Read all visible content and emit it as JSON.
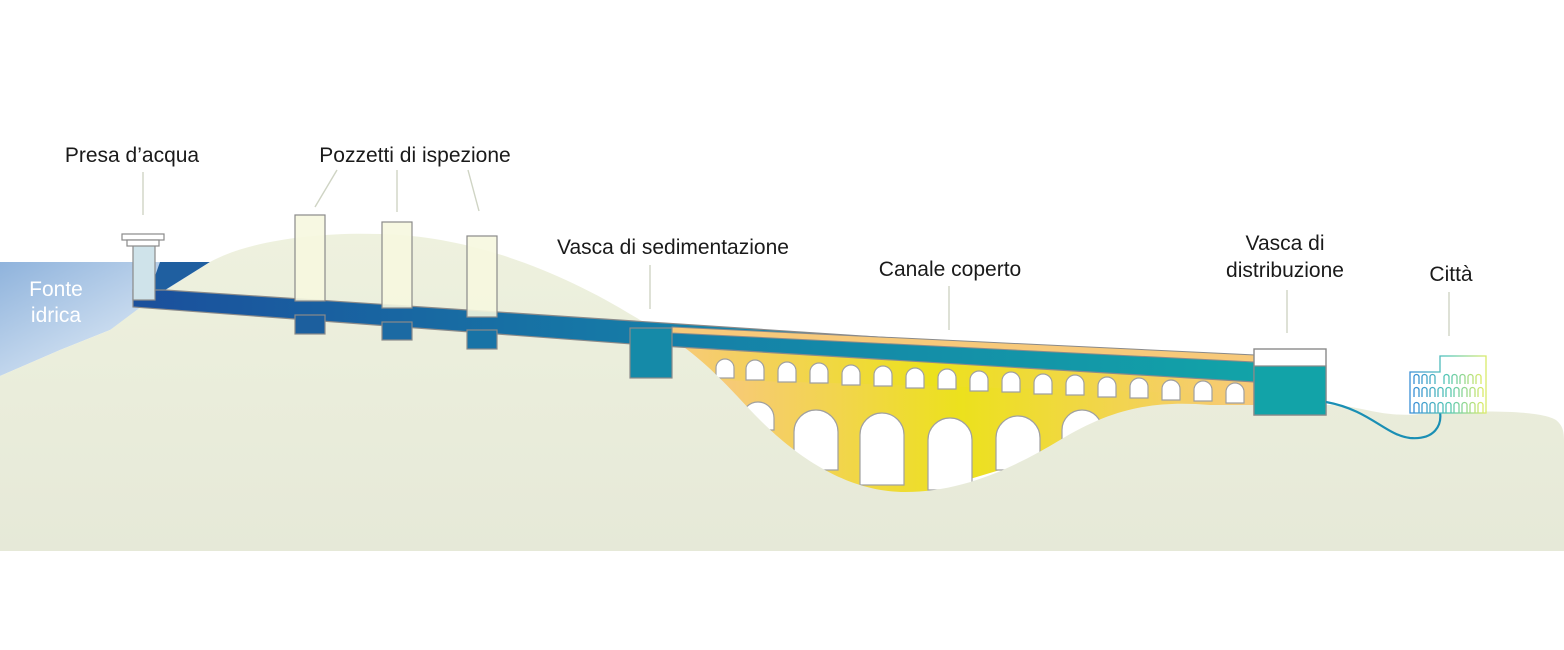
{
  "labels": {
    "source": [
      "Fonte",
      "idrica"
    ],
    "intake": "Presa d’acqua",
    "shafts": "Pozzetti di ispezione",
    "settling": "Vasca di sedimentazione",
    "channel": "Canale coperto",
    "distribution": [
      "Vasca di",
      "distribuzione"
    ],
    "city": "Città"
  },
  "colors": {
    "ground": "#ecefdc",
    "water_dark": "#1f5fa0",
    "water_teal": "#12a3a8",
    "arch_orange": "#f7c97a",
    "arch_yellow": "#ece11d",
    "shaft_fill": "#f6f7df",
    "stroke": "#8a8a8a"
  },
  "icons": {
    "city": "colosseum-icon"
  }
}
